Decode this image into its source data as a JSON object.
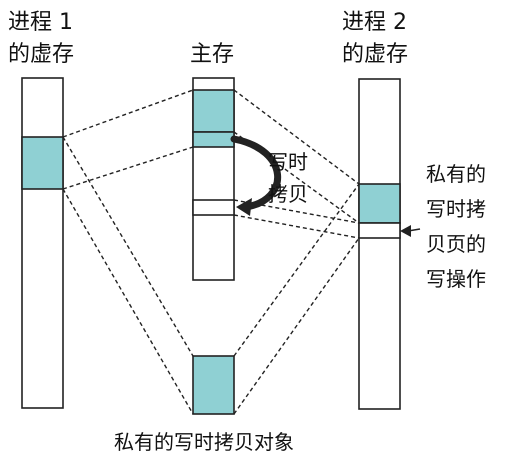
{
  "labels": {
    "process1_line1": "进程 1",
    "process1_line2": "的虚存",
    "main_memory": "主存",
    "process2_line1": "进程 2",
    "process2_line2": "的虚存",
    "cow_line1": "写时",
    "cow_line2": "拷贝",
    "private_write_line1": "私有的",
    "private_write_line2": "写时拷",
    "private_write_line3": "贝页的",
    "private_write_line4": "写操作",
    "bottom_caption": "私有的写时拷贝对象"
  },
  "colors": {
    "page_fill": "#8fd0d3",
    "line": "#222222",
    "background": "#ffffff"
  }
}
